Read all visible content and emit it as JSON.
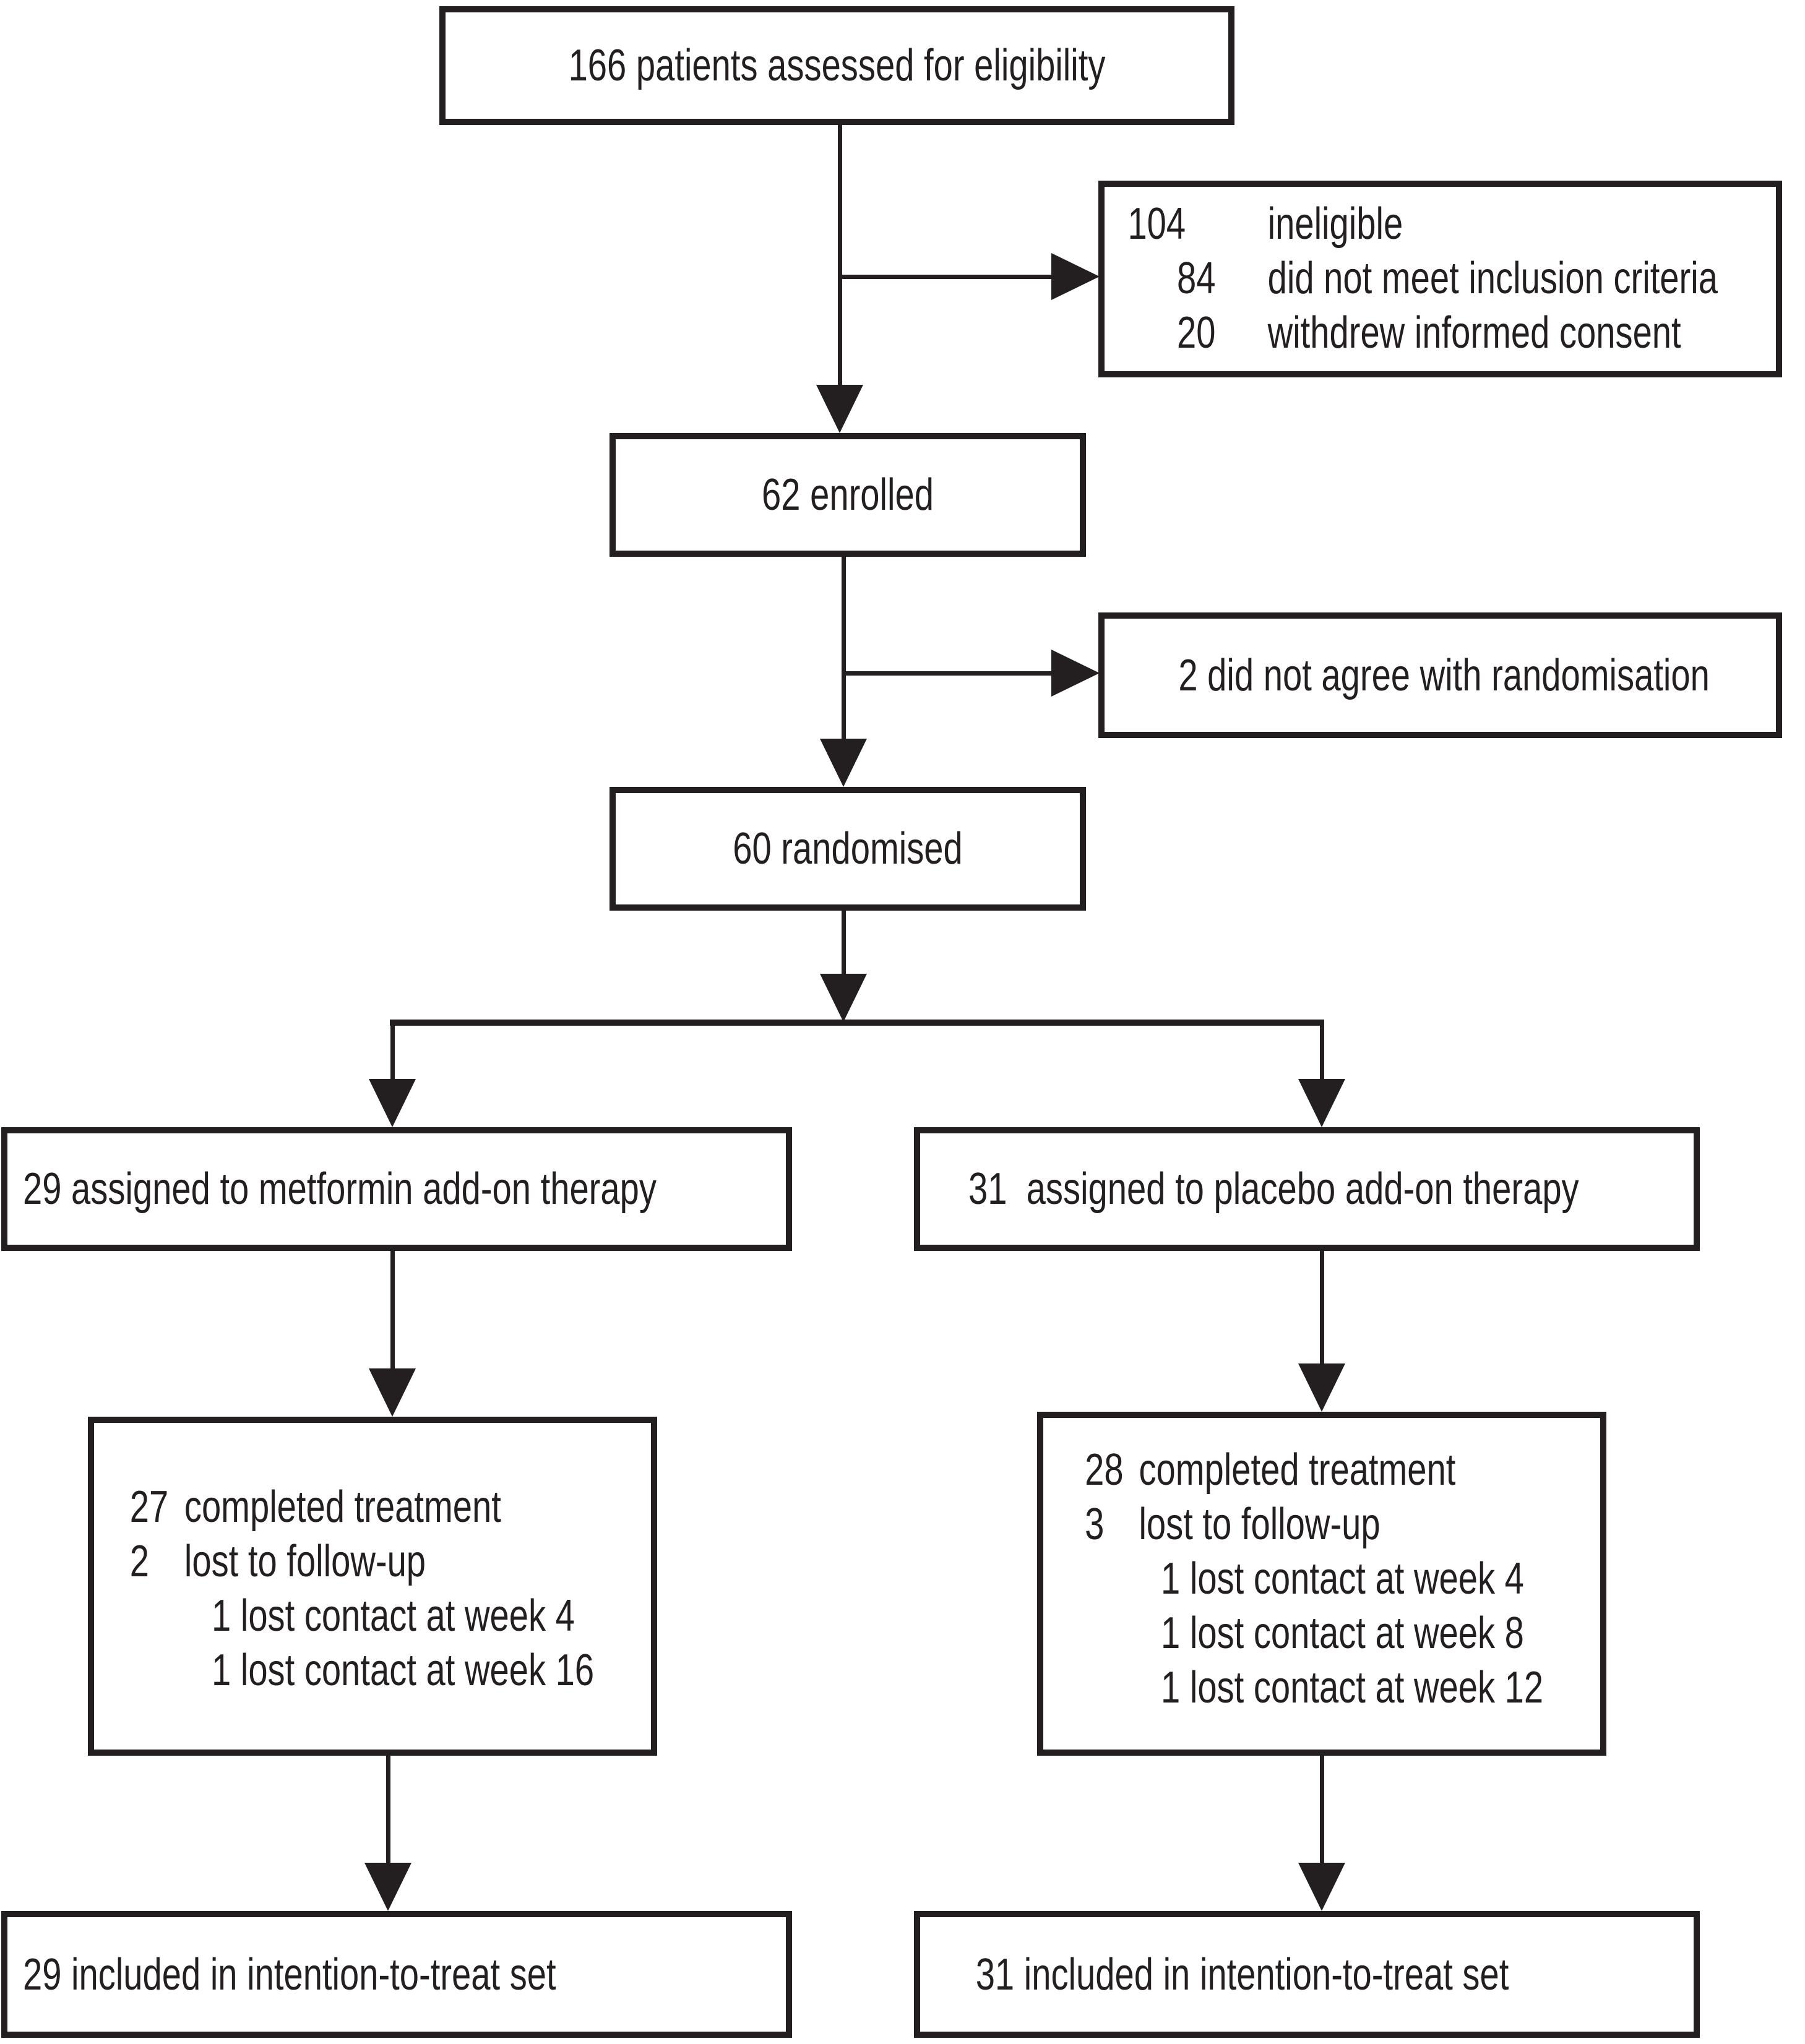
{
  "figure": {
    "type": "consort-flow-diagram",
    "colors": {
      "line": "#231f20",
      "box_background": "#ffffff",
      "text": "#231f20"
    },
    "boxes": {
      "assessed": {
        "label": "166 patients assessed for eligibility"
      },
      "ineligible": {
        "lines": [
          {
            "num": "104",
            "text": "ineligible"
          },
          {
            "num": "84",
            "text": "did not meet inclusion criteria"
          },
          {
            "num": "20",
            "text": "withdrew informed consent"
          }
        ]
      },
      "enrolled": {
        "label": "62 enrolled"
      },
      "not_agree": {
        "label": "2 did not agree with randomisation"
      },
      "randomised": {
        "label": "60 randomised"
      },
      "metformin_assigned": {
        "label": "29 assigned to metformin add-on therapy"
      },
      "placebo_assigned": {
        "label": "31  assigned to placebo add-on therapy"
      },
      "metformin_followup": {
        "lines": [
          {
            "num": "27",
            "text": "completed treatment"
          },
          {
            "num": "2",
            "text": "lost to follow-up"
          }
        ],
        "sublines": [
          {
            "text": "1 lost contact at week 4"
          },
          {
            "text": "1 lost contact at week 16"
          }
        ]
      },
      "placebo_followup": {
        "lines": [
          {
            "num": "28",
            "text": "completed treatment"
          },
          {
            "num": "3",
            "text": "lost to follow-up"
          }
        ],
        "sublines": [
          {
            "text": "1 lost contact at week 4"
          },
          {
            "text": "1 lost contact at week 8"
          },
          {
            "text": "1 lost contact at week 12"
          }
        ]
      },
      "metformin_itt": {
        "label": "29 included in intention-to-treat set"
      },
      "placebo_itt": {
        "label": "31 included in intention-to-treat set"
      }
    }
  }
}
